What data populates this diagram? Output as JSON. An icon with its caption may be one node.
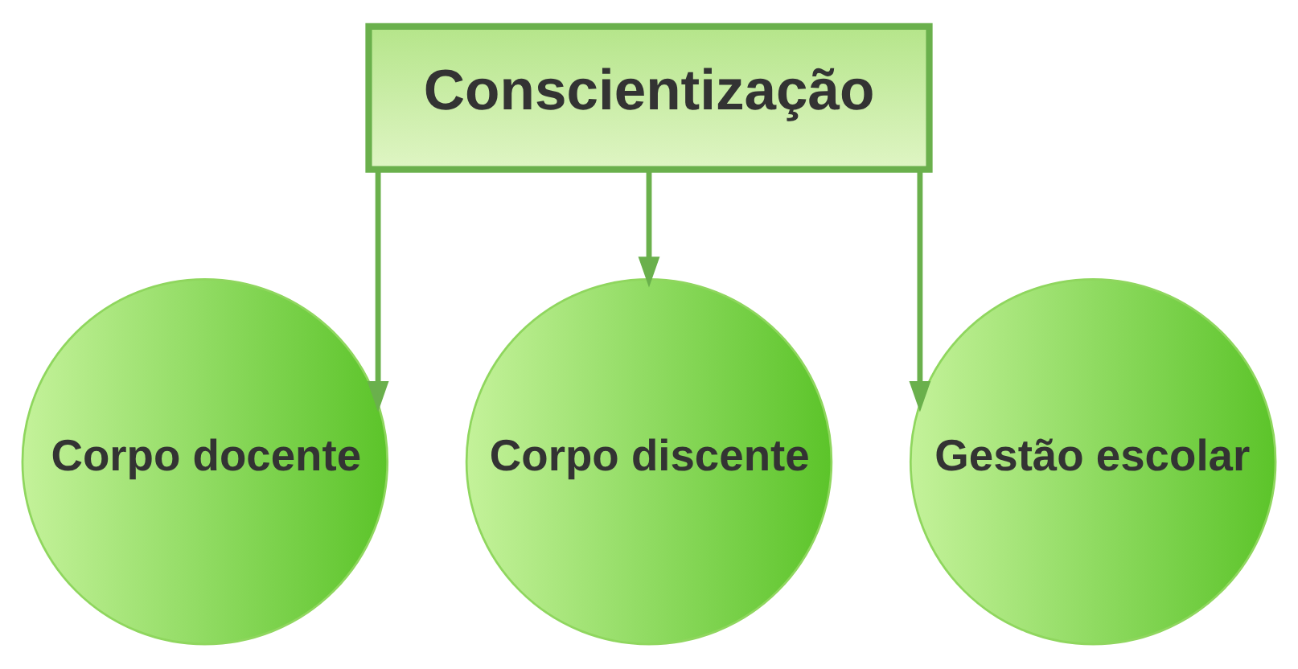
{
  "diagram": {
    "nodes": [
      {
        "text": [
          "Conscientização"
        ]
      },
      {
        "text": [
          "Corpo docente"
        ]
      },
      {
        "text": [
          "Corpo discente"
        ]
      },
      {
        "text": [
          "Gestão escolar"
        ]
      }
    ],
    "edges": [
      {
        "from": 0,
        "to": 1,
        "arrow": "to"
      },
      {
        "from": 0,
        "to": 2,
        "arrow": "to"
      },
      {
        "from": 0,
        "to": 3,
        "arrow": "to"
      }
    ]
  }
}
